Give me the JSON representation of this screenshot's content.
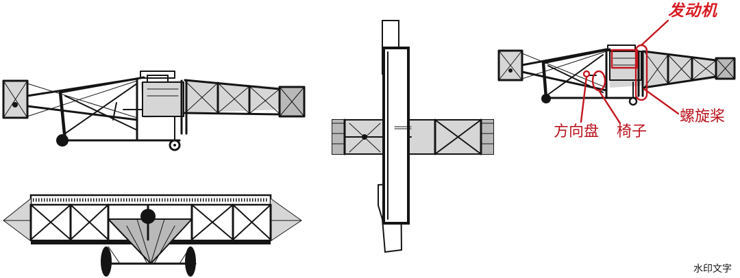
{
  "annotations": {
    "engine": "发动机",
    "steering": "方向盘",
    "seat": "椅子",
    "propeller": "螺旋桨"
  },
  "watermark": "水印文字",
  "colors": {
    "ink": "#141414",
    "panel": "#d6d6d6",
    "panel_dark": "#b9b9b9",
    "annotation_red": "#c4161e"
  }
}
